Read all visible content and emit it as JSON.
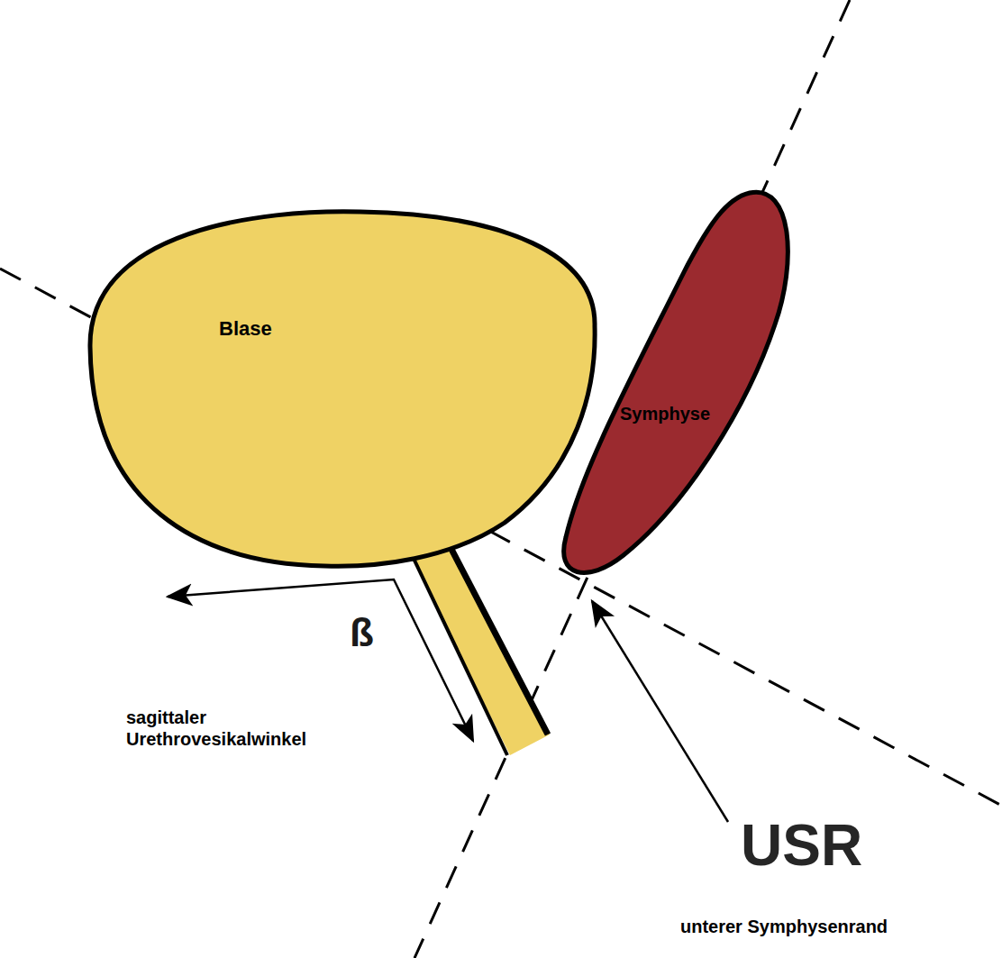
{
  "diagram": {
    "nodes": [
      {
        "text": [
          "Blase"
        ]
      },
      {
        "text": [
          "Symphyse"
        ]
      }
    ],
    "labels": [
      "ß",
      "sagittaler Urethrovesikalwinkel",
      "USR",
      "unterer Symphysenrand"
    ]
  }
}
